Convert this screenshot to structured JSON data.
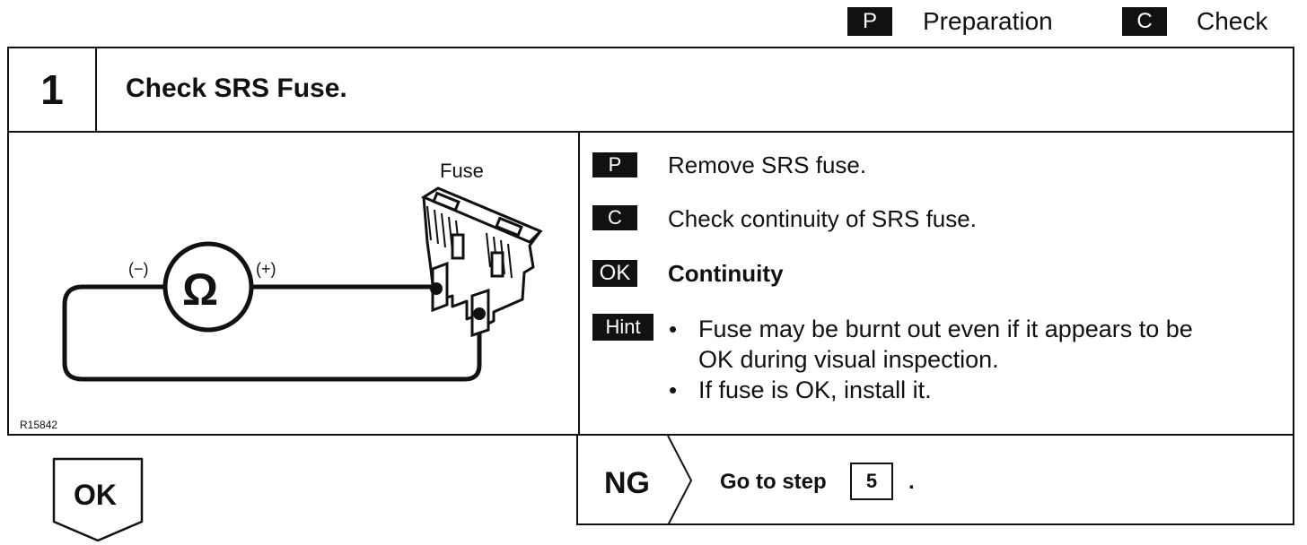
{
  "legend": {
    "items": [
      {
        "badge": "P",
        "label": "Preparation"
      },
      {
        "badge": "C",
        "label": "Check"
      }
    ]
  },
  "step": {
    "number": "1",
    "title": "Check SRS Fuse."
  },
  "diagram": {
    "fuse_label": "Fuse",
    "neg_label": "(−)",
    "pos_label": "(+)",
    "ohm_symbol": "Ω",
    "figure_id": "R15842"
  },
  "instructions": {
    "prep": {
      "badge": "P",
      "text": "Remove SRS fuse."
    },
    "check": {
      "badge": "C",
      "text": "Check continuity of SRS fuse."
    },
    "ok": {
      "badge": "OK",
      "text": "Continuity"
    },
    "hint": {
      "badge": "Hint",
      "bullets": [
        "Fuse may be burnt out even if it appears to be",
        "OK during visual inspection.",
        "If fuse is OK, install it."
      ]
    }
  },
  "result": {
    "ok_label": "OK",
    "ng_label": "NG",
    "goto_text": "Go to step",
    "goto_step": "5",
    "goto_suffix": "."
  }
}
